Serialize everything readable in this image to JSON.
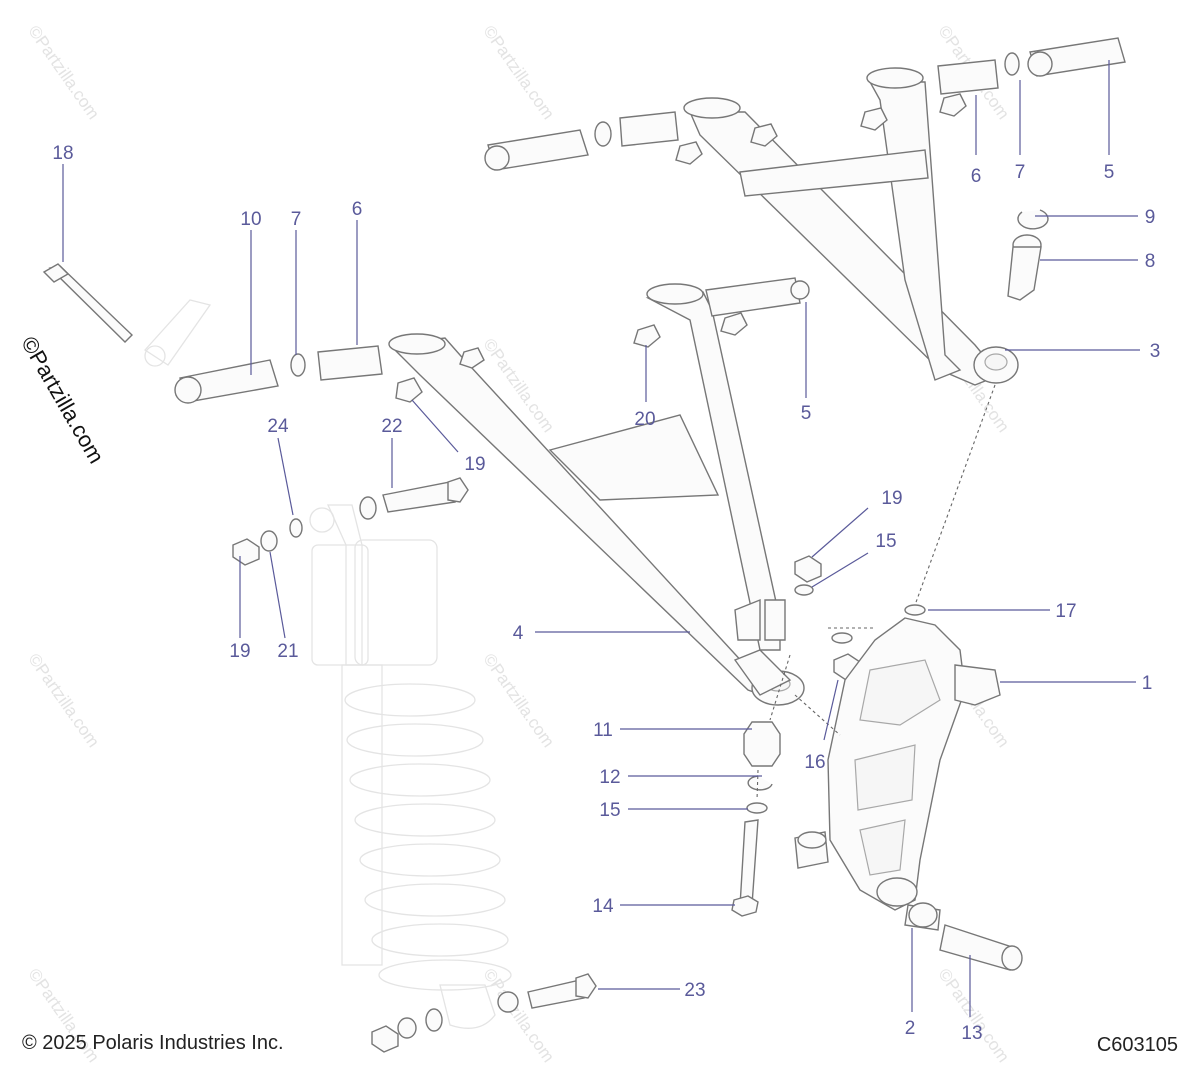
{
  "footer": {
    "copyright": "© 2025 Polaris Industries Inc.",
    "diagram_code": "C603105"
  },
  "watermark": {
    "text": "©Partzilla.com",
    "main_text": "©Partzilla.com"
  },
  "callouts": {
    "c18": "18",
    "c10": "10",
    "c7a": "7",
    "c6a": "6",
    "c6b": "6",
    "c7b": "7",
    "c5a": "5",
    "c9": "9",
    "c8": "8",
    "c3": "3",
    "c20": "20",
    "c5b": "5",
    "c24": "24",
    "c22": "22",
    "c19a": "19",
    "c19b": "19",
    "c15a": "15",
    "c19c": "19",
    "c21": "21",
    "c17": "17",
    "c4": "4",
    "c1": "1",
    "c11": "11",
    "c16": "16",
    "c12": "12",
    "c15b": "15",
    "c14": "14",
    "c23": "23",
    "c2": "2",
    "c13": "13"
  },
  "colors": {
    "callout": "#5a5a9a",
    "outline": "#777777",
    "watermark": "#e3e3e3"
  }
}
